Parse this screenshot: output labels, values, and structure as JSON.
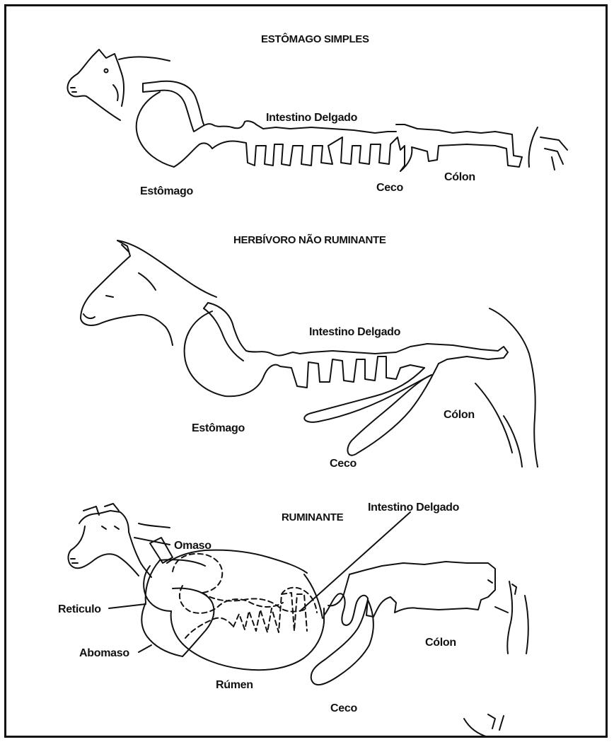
{
  "panels": [
    {
      "title": "ESTÔMAGO SIMPLES",
      "labels": {
        "stomach": "Estômago",
        "small_intestine": "Intestino Delgado",
        "cecum": "Ceco",
        "colon": "Cólon"
      }
    },
    {
      "title": "HERBÍVORO NÃO RUMINANTE",
      "labels": {
        "stomach": "Estômago",
        "small_intestine": "Intestino Delgado",
        "cecum": "Ceco",
        "colon": "Cólon"
      }
    },
    {
      "title": "RUMINANTE",
      "labels": {
        "omasum": "Omaso",
        "small_intestine": "Intestino Delgado",
        "reticulum": "Reticulo",
        "abomasum": "Abomaso",
        "colon": "Cólon",
        "rumen": "Rúmen",
        "cecum": "Ceco"
      }
    }
  ],
  "icons": {
    "pig": "pig-head-icon",
    "horse": "horse-head-icon",
    "cow": "cow-head-icon"
  }
}
